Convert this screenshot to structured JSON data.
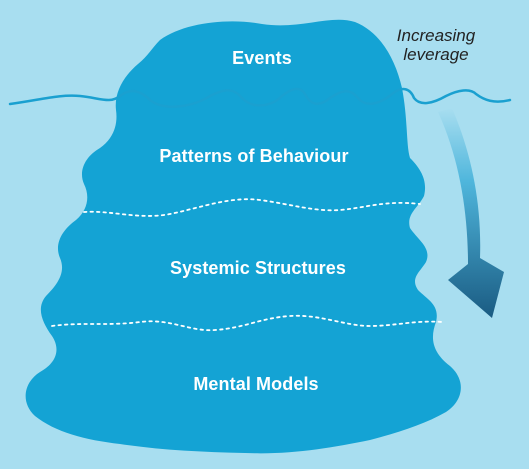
{
  "diagram": {
    "layers": [
      {
        "id": "events",
        "label": "Events"
      },
      {
        "id": "patterns",
        "label": "Patterns of Behaviour"
      },
      {
        "id": "structures",
        "label": "Systemic Structures"
      },
      {
        "id": "models",
        "label": "Mental Models"
      }
    ],
    "arrow_label": {
      "line1": "Increasing",
      "line2": "leverage"
    },
    "colors": {
      "background": "#a8def0",
      "iceberg": "#14a3d4",
      "waterline": "#1aa0d0",
      "arrow_light": "#4fb6dc",
      "arrow_dark": "#1a5b82",
      "divider": "#ffffff"
    }
  }
}
